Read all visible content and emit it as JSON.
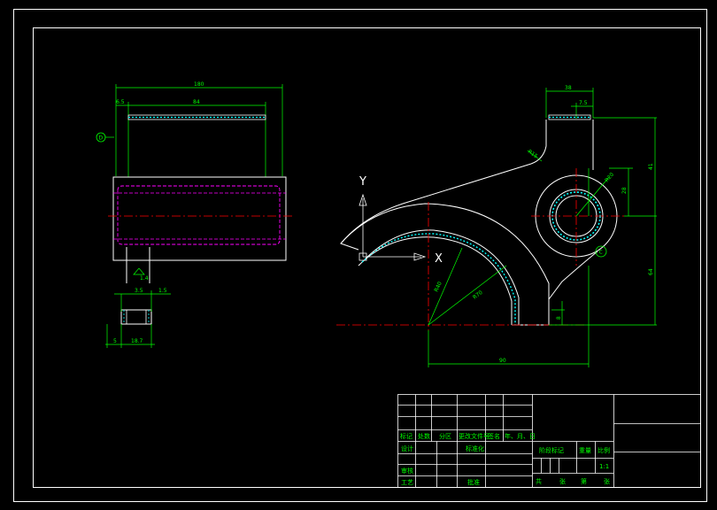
{
  "colors": {
    "background": "#000000",
    "outline": "#ffffff",
    "dimension": "#00ff00",
    "centerline": "#ff0000",
    "hidden": "#ff00ff"
  },
  "side_view": {
    "dims": {
      "overall_width": "180",
      "edge_offset": "6.5",
      "inner_width": "84",
      "lug_offset": "3.5",
      "lug_step": "1.5",
      "base_left": "5",
      "base_width": "18.7",
      "chamfer": "1.4"
    },
    "detail_marker": "D"
  },
  "front_view": {
    "axis_y": "Y",
    "axis_x": "X",
    "dims": {
      "top_width": "38",
      "bore_offset": "7.5",
      "fillet_top": "R15",
      "height_upper": "41",
      "boss_radius": "R20",
      "boss_inner": "28",
      "height_total": "64",
      "radius_inner": "R40",
      "radius_outer": "R70",
      "base_step": "8",
      "base_length": "90"
    },
    "detail_marker": "C"
  },
  "title_block": {
    "row_labels": [
      "标记",
      "处数",
      "分区",
      "更改文件号",
      "签名",
      "年、月、日"
    ],
    "design": "设计",
    "standardize": "标准化",
    "review": "审核",
    "process": "工艺",
    "approve": "批准",
    "stage_mark": "阶段标记",
    "weight": "重量",
    "ratio": "比例",
    "scale": "1:1",
    "sheets": [
      "共",
      "张",
      "第",
      "张"
    ]
  }
}
